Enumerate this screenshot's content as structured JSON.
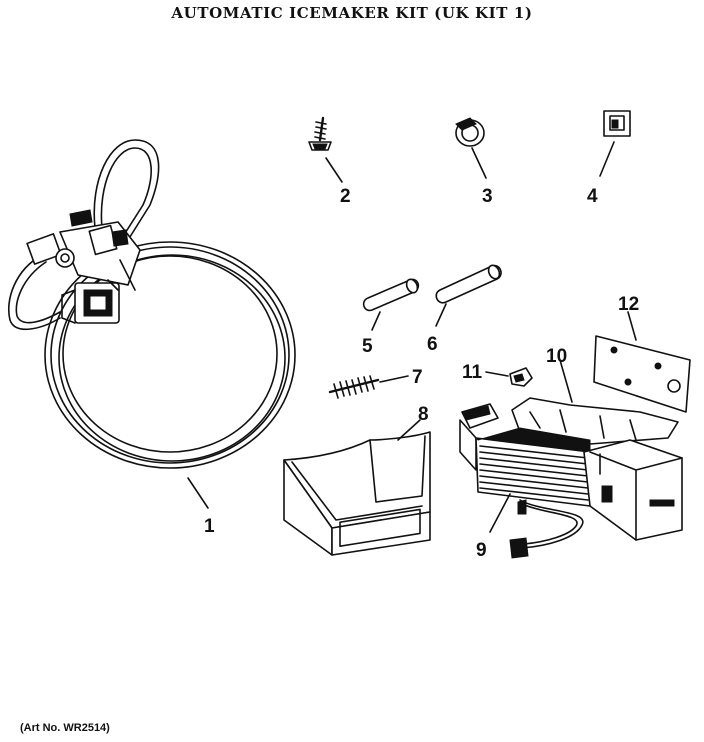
{
  "title": "AUTOMATIC ICEMAKER KIT (UK KIT 1)",
  "art_number": "(Art No. WR2514)",
  "callouts": {
    "p1": "1",
    "p2": "2",
    "p3": "3",
    "p4": "4",
    "p5": "5",
    "p6": "6",
    "p7": "7",
    "p8": "8",
    "p9": "9",
    "p10": "10",
    "p11": "11",
    "p12": "12"
  }
}
